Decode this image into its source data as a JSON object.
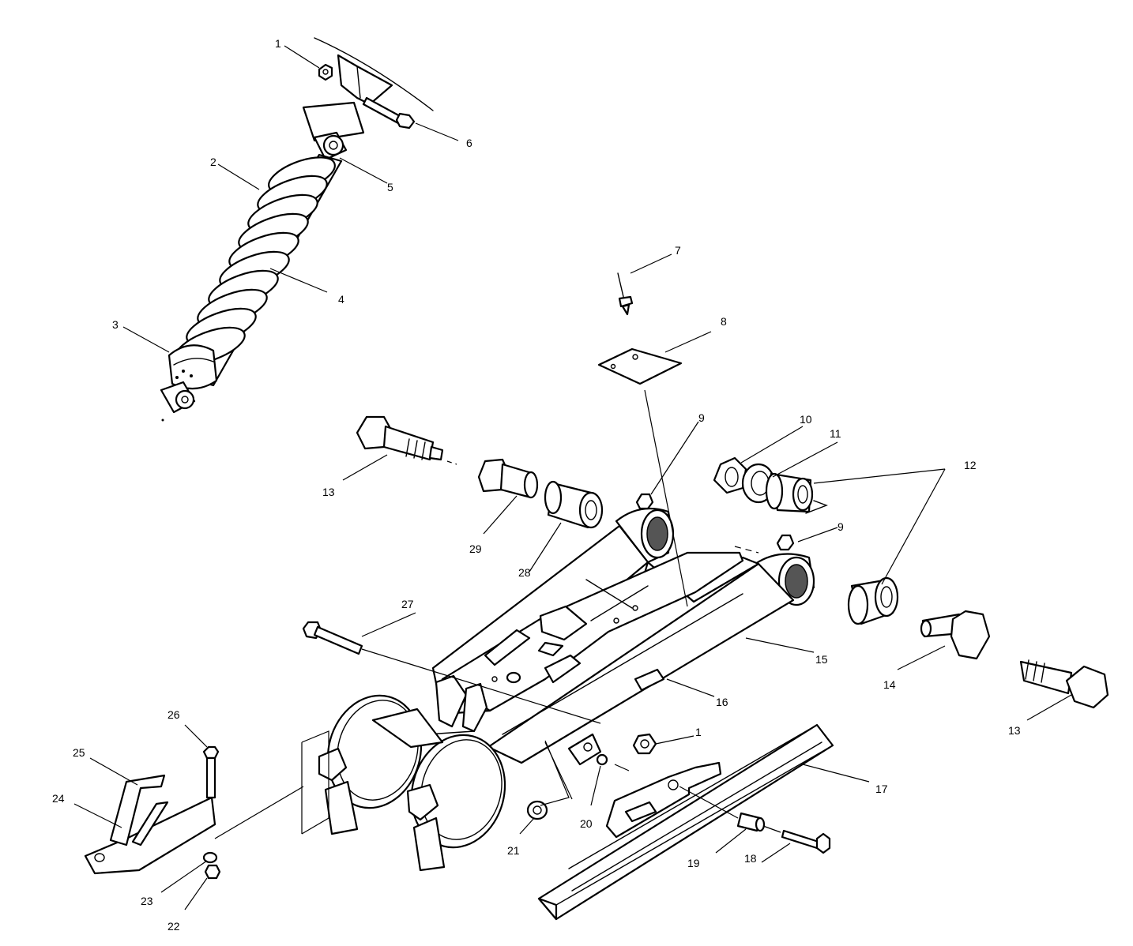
{
  "callouts": {
    "c1a": "1",
    "c1b": "1",
    "c2": "2",
    "c3": "3",
    "c4": "4",
    "c5": "5",
    "c6": "6",
    "c7": "7",
    "c8": "8",
    "c9a": "9",
    "c9b": "9",
    "c10": "10",
    "c11": "11",
    "c12": "12",
    "c13a": "13",
    "c13b": "13",
    "c14": "14",
    "c15": "15",
    "c16": "16",
    "c17": "17",
    "c18": "18",
    "c19": "19",
    "c20": "20",
    "c21": "21",
    "c22": "22",
    "c23": "23",
    "c24": "24",
    "c25": "25",
    "c26": "26",
    "c27": "27",
    "c28": "28",
    "c29": "29"
  }
}
